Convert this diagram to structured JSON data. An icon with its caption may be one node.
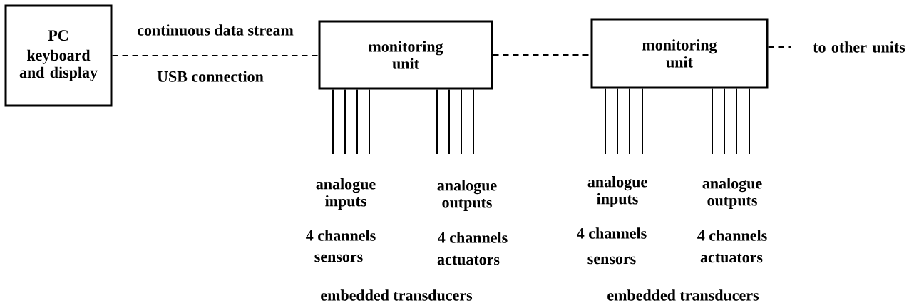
{
  "diagram": {
    "nodes": [
      {
        "text": [
          "PC",
          "keyboard and display"
        ]
      },
      {
        "text": [
          "monitoring unit"
        ]
      },
      {
        "text": [
          "monitoring unit"
        ]
      },
      {
        "text": [
          "to other units"
        ]
      }
    ],
    "edges": [
      {
        "from": 0,
        "to": 1,
        "arrow": "none",
        "style": "dashed",
        "label": "continuous data stream"
      },
      {
        "from": 1,
        "to": 2,
        "arrow": "none",
        "style": "dashed"
      },
      {
        "from": 2,
        "to": 3,
        "arrow": "none",
        "style": "dashed"
      },
      {
        "from": 1,
        "to": null,
        "arrow": "none"
      },
      {
        "from": 1,
        "to": null,
        "arrow": "none"
      },
      {
        "from": 1,
        "to": null,
        "arrow": "none"
      },
      {
        "from": 1,
        "to": null,
        "arrow": "none"
      },
      {
        "from": 1,
        "to": null,
        "arrow": "none"
      },
      {
        "from": 1,
        "to": null,
        "arrow": "none"
      },
      {
        "from": 1,
        "to": null,
        "arrow": "none"
      },
      {
        "from": 1,
        "to": null,
        "arrow": "none"
      },
      {
        "from": 2,
        "to": null,
        "arrow": "none"
      },
      {
        "from": 2,
        "to": null,
        "arrow": "none"
      },
      {
        "from": 2,
        "to": null,
        "arrow": "none"
      },
      {
        "from": 2,
        "to": null,
        "arrow": "none"
      },
      {
        "from": 2,
        "to": null,
        "arrow": "none"
      },
      {
        "from": 2,
        "to": null,
        "arrow": "none"
      },
      {
        "from": 2,
        "to": null,
        "arrow": "none"
      },
      {
        "from": 2,
        "to": null,
        "arrow": "none"
      }
    ],
    "labels": [
      "USB connection",
      "analogue inputs",
      "analogue outputs",
      "4 channels",
      "4 channels",
      "sensors",
      "actuators",
      "embedded transducers",
      "analogue inputs",
      "analogue outputs",
      "4 channels",
      "4 channels",
      "sensors",
      "actuators",
      "embedded transducers"
    ]
  }
}
